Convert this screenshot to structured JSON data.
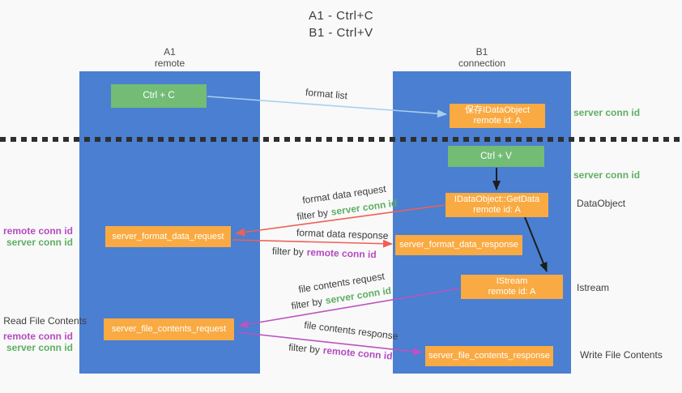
{
  "title": {
    "line1": "A1 - Ctrl+C",
    "line2": "B1 - Ctrl+V"
  },
  "columns": {
    "a1": {
      "name": "A1",
      "role": "remote"
    },
    "b1": {
      "name": "B1",
      "role": "connection"
    }
  },
  "nodes": {
    "ctrl_c": {
      "label": "Ctrl + C"
    },
    "save_idataobject": {
      "line1": "保存IDataObject",
      "line2": "remote id: A"
    },
    "ctrl_v": {
      "label": "Ctrl + V"
    },
    "getdata": {
      "line1": "IDataObject::GetData",
      "line2": "remote id: A"
    },
    "format_request": {
      "label": "server_format_data_request"
    },
    "format_response": {
      "label": "server_format_data_response"
    },
    "istream": {
      "line1": "IStream",
      "line2": "remote id: A"
    },
    "file_request": {
      "label": "server_file_contents_request"
    },
    "file_response": {
      "label": "server_file_contents_response"
    }
  },
  "arrows": {
    "format_list": {
      "label": "format list"
    },
    "format_data_request": {
      "label": "format data request",
      "filter_prefix": "filter by",
      "filter_key": "server conn id"
    },
    "format_data_response": {
      "label": "format data response",
      "filter_prefix": "filter by",
      "filter_key": "remote conn id"
    },
    "file_contents_request": {
      "label": "file contents request",
      "filter_prefix": "filter by",
      "filter_key": "server conn id"
    },
    "file_contents_response": {
      "label": "file contents response",
      "filter_prefix": "filter by",
      "filter_key": "remote conn id"
    }
  },
  "side_labels": {
    "right_server_conn_id_1": "server conn id",
    "right_server_conn_id_2": "server conn id",
    "dataobject": "DataObject",
    "istream": "Istream",
    "write_file_contents": "Write File Contents",
    "left_remote_conn_id_1": "remote conn id",
    "left_server_conn_id_1": "server conn id",
    "read_file_contents": "Read File Contents",
    "left_remote_conn_id_2": "remote conn id",
    "left_server_conn_id_2": "server conn id"
  },
  "colors": {
    "lane_blue": "#4a7fd1",
    "action_green": "#72bc75",
    "object_orange": "#f9aa42",
    "arrow_blue": "#a6d0ee",
    "arrow_red": "#ee6057",
    "arrow_magenta": "#bc53c0",
    "arrow_black": "#1d1d1d",
    "text_green": "#5fae63",
    "text_purple": "#b44bc0",
    "text_dark": "#3d3d3d"
  }
}
